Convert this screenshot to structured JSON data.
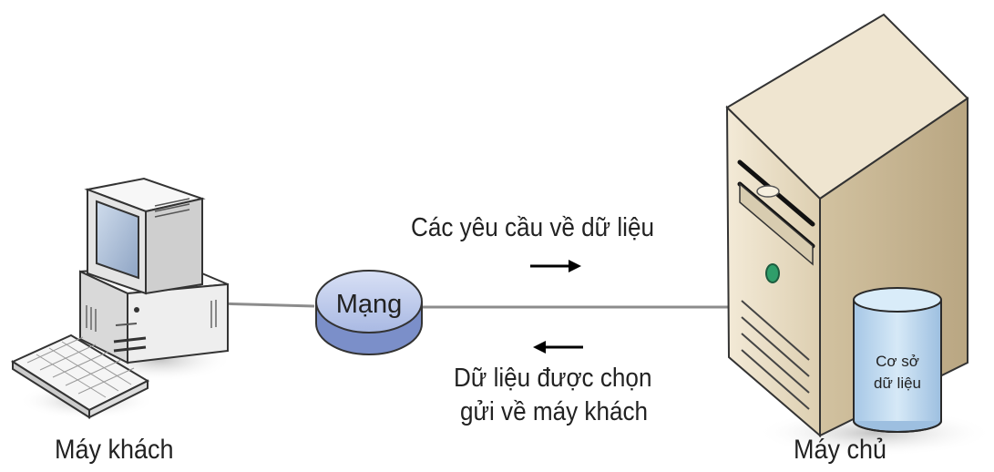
{
  "labels": {
    "client": "Máy khách",
    "server": "Máy chủ",
    "network": "Mạng",
    "request": "Các yêu cầu về dữ liệu",
    "response_line1": "Dữ liệu được chọn",
    "response_line2": "gửi về máy khách",
    "database_line1": "Cơ sở",
    "database_line2": "dữ liệu"
  },
  "icons": {
    "client": "desktop-computer-icon",
    "server": "tower-server-icon",
    "network": "network-disk-icon",
    "database": "database-cylinder-icon"
  },
  "colors": {
    "connector": "#8c8c8c",
    "network_top": "#b3c2e8",
    "network_side": "#7b8fc9",
    "server_front": "#e3d7bf",
    "server_side": "#c9b895",
    "database_fill": "#bcd9ef",
    "client_body": "#f0f0f0",
    "client_screen": "#9fb3cf",
    "indicator_light": "#2f9e6a"
  }
}
